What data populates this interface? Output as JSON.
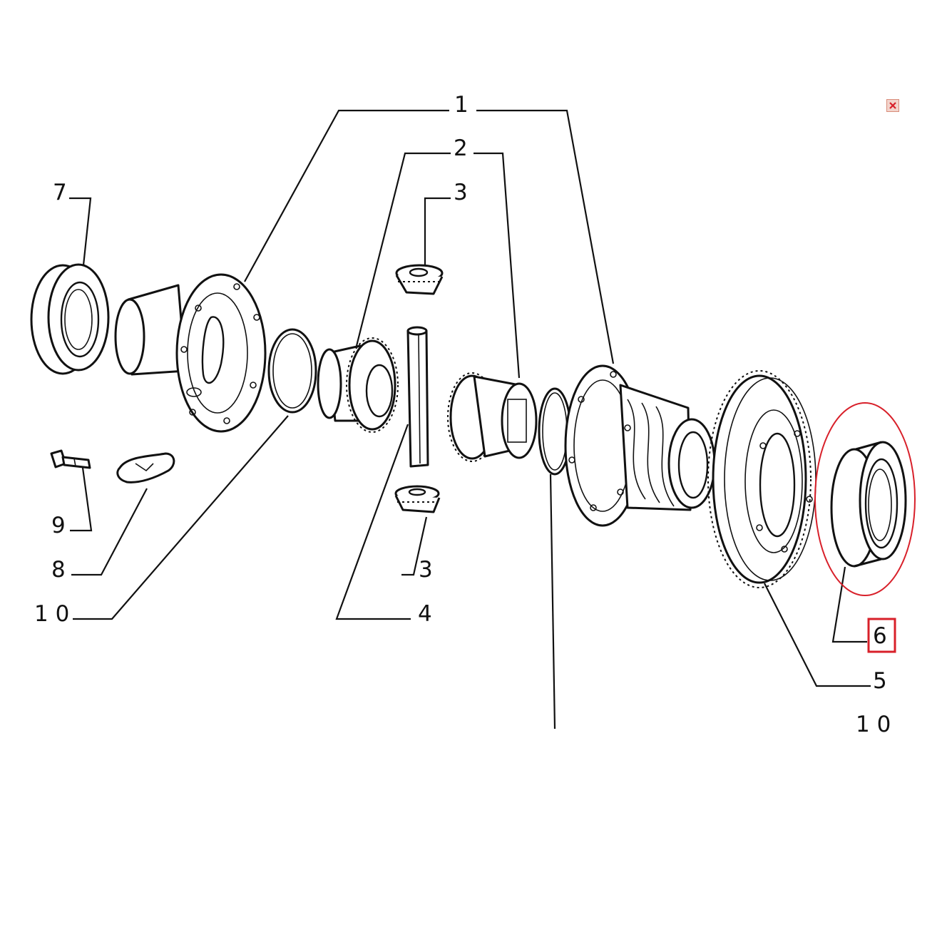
{
  "labels": {
    "l1": "1",
    "l2": "2",
    "l3a": "3",
    "l3b": "3",
    "l4": "4",
    "l5": "5",
    "l6": "6",
    "l7": "7",
    "l8": "8",
    "l9": "9",
    "l10a": "1 0",
    "l10b": "1 0"
  },
  "highlight": {
    "part": "6",
    "circle_color": "#d8202a",
    "box_color": "#d8202a"
  },
  "icons": {
    "close": "close-icon"
  }
}
